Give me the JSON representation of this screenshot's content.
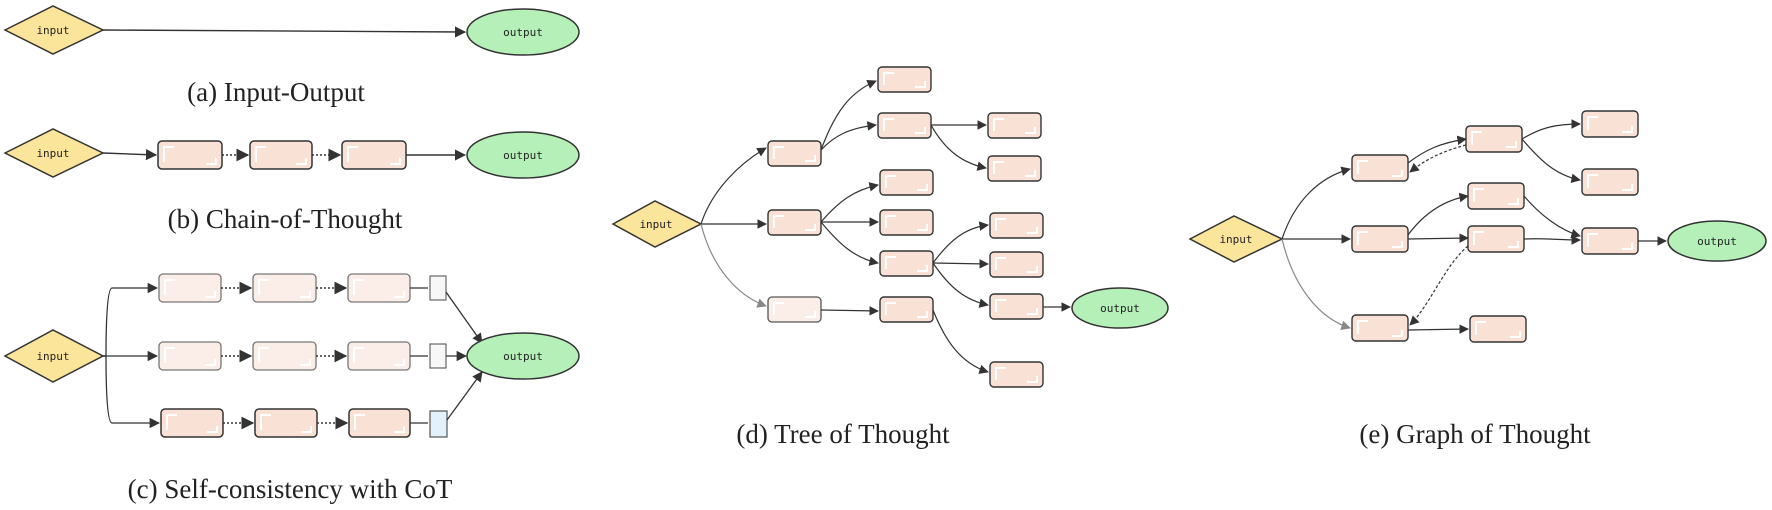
{
  "labels": {
    "input": "input",
    "output": "output"
  },
  "captions": {
    "a": "(a) Input-Output",
    "b": "(b) Chain-of-Thought",
    "c": "(c) Self-consistency with CoT",
    "d": "(d) Tree of Thought",
    "e": "(e) Graph of Thought"
  },
  "colors": {
    "input_fill": "#fbe59a",
    "output_fill": "#b6f0b9",
    "thought_fill": "#f9e1d6",
    "thought_fill_faded": "#fbeee8",
    "stroke": "#333333"
  }
}
